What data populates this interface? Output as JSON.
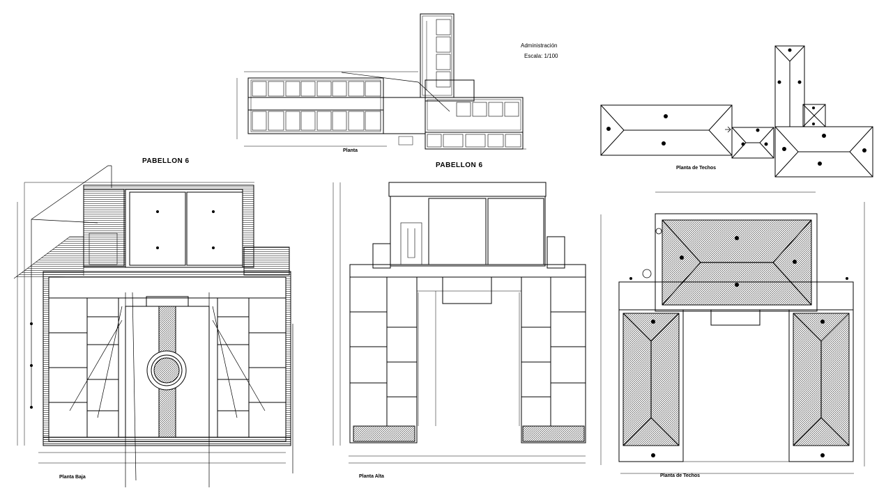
{
  "sheet": {
    "admin_title": "Administración",
    "admin_scale": "Escala: 1/100",
    "admin_plan_label": "Planta",
    "roof_top_label": "Planta de Techos",
    "pabellon_left_title": "PABELLON 6",
    "pabellon_mid_title": "PABELLON 6",
    "planta_baja_label": "Planta Baja",
    "planta_alta_label": "Planta Alta",
    "roof_bottom_label": "Planta de Techos"
  },
  "colors": {
    "line": "#000000",
    "background": "#ffffff",
    "hatch": "#333333"
  }
}
